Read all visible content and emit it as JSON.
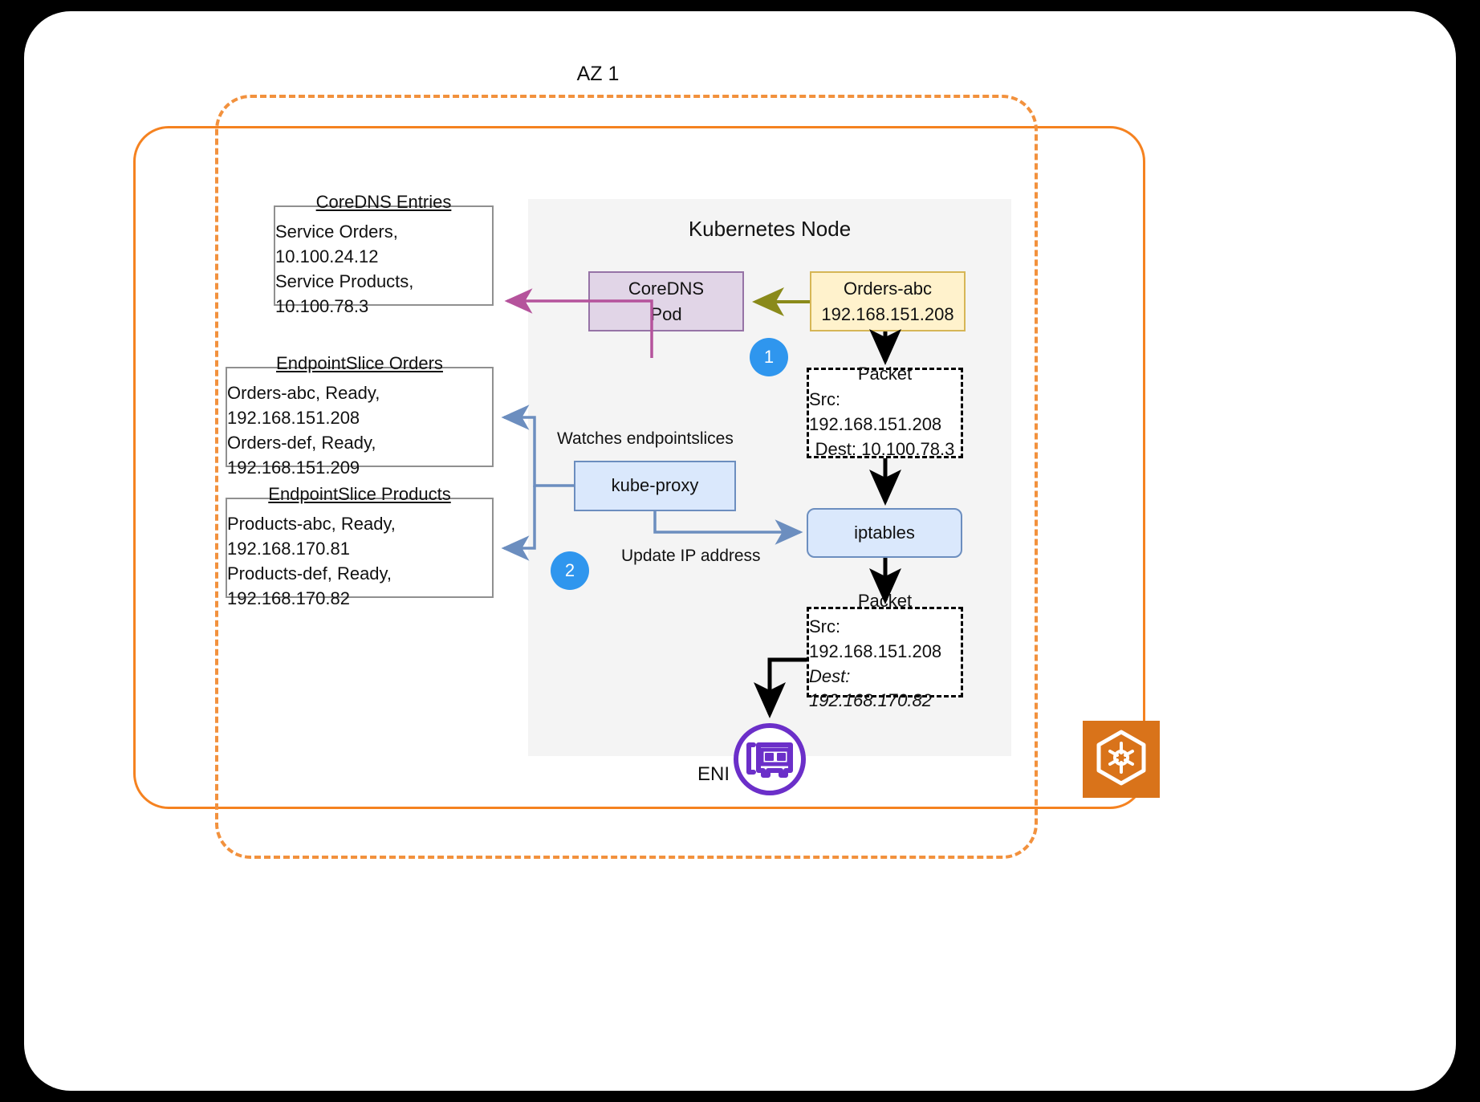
{
  "diagram": {
    "az_label": "AZ 1",
    "node_title": "Kubernetes Node",
    "coredns_entries": {
      "title": "CoreDNS Entries",
      "line1": "Service Orders, 10.100.24.12",
      "line2": "Service Products, 10.100.78.3"
    },
    "endpointslice_orders": {
      "title": "EndpointSlice Orders",
      "line1": "Orders-abc, Ready, 192.168.151.208",
      "line2": "Orders-def, Ready, 192.168.151.209"
    },
    "endpointslice_products": {
      "title": "EndpointSlice Products",
      "line1": "Products-abc, Ready, 192.168.170.81",
      "line2": "Products-def, Ready, 192.168.170.82"
    },
    "coredns_pod": {
      "line1": "CoreDNS",
      "line2": "Pod"
    },
    "orders_pod": {
      "line1": "Orders-abc",
      "line2": "192.168.151.208"
    },
    "kube_proxy": {
      "label": "kube-proxy"
    },
    "iptables": {
      "label": "iptables"
    },
    "packet_before": {
      "title": "Packet",
      "src": "Src: 192.168.151.208",
      "dest": "Dest: 10.100.78.3"
    },
    "packet_after": {
      "title": "Packet",
      "src": "Src: 192.168.151.208",
      "dest": "Dest: 192.168.170.82"
    },
    "labels": {
      "watches": "Watches endpointslices",
      "update": "Update IP address"
    },
    "steps": {
      "one": "1",
      "two": "2"
    },
    "eni": {
      "label": "ENI",
      "icon": "network-interface-card-icon"
    },
    "k8s_logo": {
      "icon": "kubernetes-logo-icon"
    },
    "colors": {
      "orange": "#f58220",
      "orange_dashed": "#f2913d",
      "purple_border": "#9673a6",
      "purple_fill": "#e1d5e7",
      "yellow_border": "#d6b656",
      "yellow_fill": "#fff2cc",
      "blue_border": "#6c8ebf",
      "blue_fill": "#dae8fc",
      "step_blue": "#2f96ee",
      "green_text": "#4fa31b",
      "magenta_arrow": "#b5539c",
      "olive_arrow": "#8a8a1a",
      "node_panel": "#f4f4f4",
      "eni_purple": "#6b2fc9",
      "k8s_orange": "#d9731a"
    }
  }
}
